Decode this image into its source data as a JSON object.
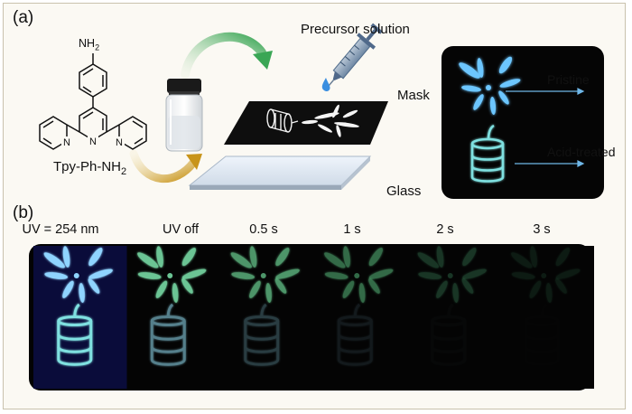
{
  "panel_a": {
    "label": "(a)",
    "molecule_name": "Tpy-Ph-NH",
    "molecule_name_sub": "2",
    "amine_group": "NH",
    "amine_group_sub": "2",
    "precursor_label": "Precursor solution",
    "mask_label": "Mask",
    "glass_label": "Glass",
    "pristine_label": "Pristine",
    "acid_treated_label": "Acid-treated"
  },
  "panel_b": {
    "label": "(b)",
    "frames": [
      {
        "label": "UV = 254 nm",
        "brightness": 1.0,
        "petal_color": "#8fd4ff",
        "drum_color": "#7fe0e0",
        "drum_visibility": 1.0
      },
      {
        "label": "UV off",
        "brightness": 0.85,
        "petal_color": "#7ee6ae",
        "drum_color": "#6fa9b8",
        "drum_visibility": 0.75
      },
      {
        "label": "0.5 s",
        "brightness": 0.7,
        "petal_color": "#6cd394",
        "drum_color": "#56808c",
        "drum_visibility": 0.45
      },
      {
        "label": "1 s",
        "brightness": 0.55,
        "petal_color": "#5abf7f",
        "drum_color": "#3f5a64",
        "drum_visibility": 0.25
      },
      {
        "label": "2 s",
        "brightness": 0.35,
        "petal_color": "#3f9163",
        "drum_color": "#2b3a40",
        "drum_visibility": 0.08
      },
      {
        "label": "3 s",
        "brightness": 0.22,
        "petal_color": "#2f6e4b",
        "drum_color": "#222c30",
        "drum_visibility": 0.03
      }
    ]
  },
  "colors": {
    "frame_bg": "#fbf9f3",
    "pristine_glow": "#6cc6ff",
    "acid_glow": "#7fe0e0",
    "arrow_green": "#4caf50",
    "arrow_gold": "#d4a017",
    "pointer_blue": "#6fb7e8"
  }
}
